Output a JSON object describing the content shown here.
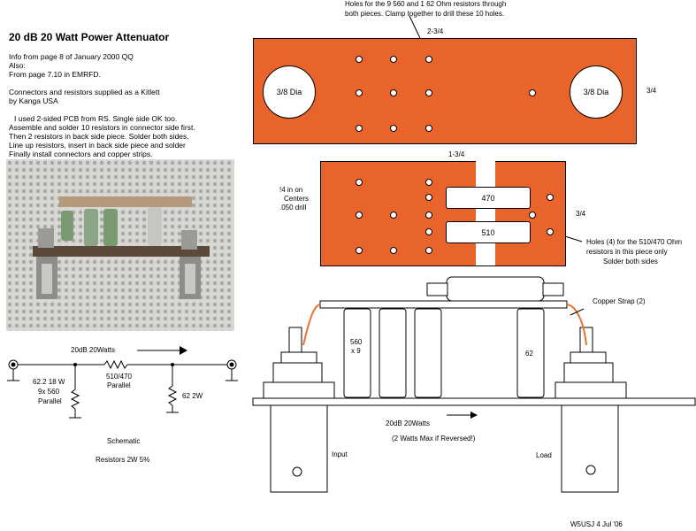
{
  "title": "20 dB 20 Watt Power Attenuator",
  "info_lines": [
    "Info from page 8 of January 2000 QQ",
    "Also:",
    "From page 7.10 in EMRFD.",
    "Connectors and resistors supplied as a Kitlett",
    "by Kanga USA"
  ],
  "instructions": [
    "I used 2-sided PCB from RS.  Single side OK too.",
    "Assemble and solder 10 resistors in connector side first.",
    "Then 2 resistors in back side piece. Solder both sides.",
    "Line up resistors, insert in back side piece and solder",
    "Finally install connectors and copper strips."
  ],
  "pcb_top": {
    "note_line1": "Holes for the 9 560 and 1 62 Ohm resistors through",
    "note_line2": "both pieces.  Clamp together to drill these 10 holes.",
    "width_label": "2-3/4",
    "height_label": "3/4",
    "left_hole_label": "3/8 Dia",
    "right_hole_label": "3/8 Dia"
  },
  "pcb_back": {
    "width_label": "1-3/4",
    "height_label": "3/4",
    "spacing_line1": "!4 in on",
    "spacing_line2": "Centers",
    "spacing_line3": ".050 drill",
    "res_top": "470",
    "res_bottom": "510",
    "note_line1": "Holes (4) for the 510/470 Ohm",
    "note_line2": "resistors in this piece only",
    "note_line3": "Solder both sides"
  },
  "schematic": {
    "heading": "20dB  20Watts",
    "series_line1": "510/470",
    "series_line2": "Parallel",
    "shunt1_line1": "62.2 18 W",
    "shunt1_line2": "9x 560",
    "shunt1_line3": "Parallel",
    "shunt2": "62 2W",
    "label": "Schematic",
    "resistors": "Resistors 2W 5%"
  },
  "assembly": {
    "copper_strap": "Copper Strap (2)",
    "res_560_line1": "560",
    "res_560_line2": "x 9",
    "res_62": "62",
    "heading": "20dB  20Watts",
    "reverse_note": "(2 Watts Max if Reversed!)",
    "input": "Input",
    "load": "Load"
  },
  "footer": "W5USJ  4 Jul '06",
  "colors": {
    "pcb": "#e8642a",
    "strap": "#e8742a",
    "lace": "#d8d6d2"
  }
}
